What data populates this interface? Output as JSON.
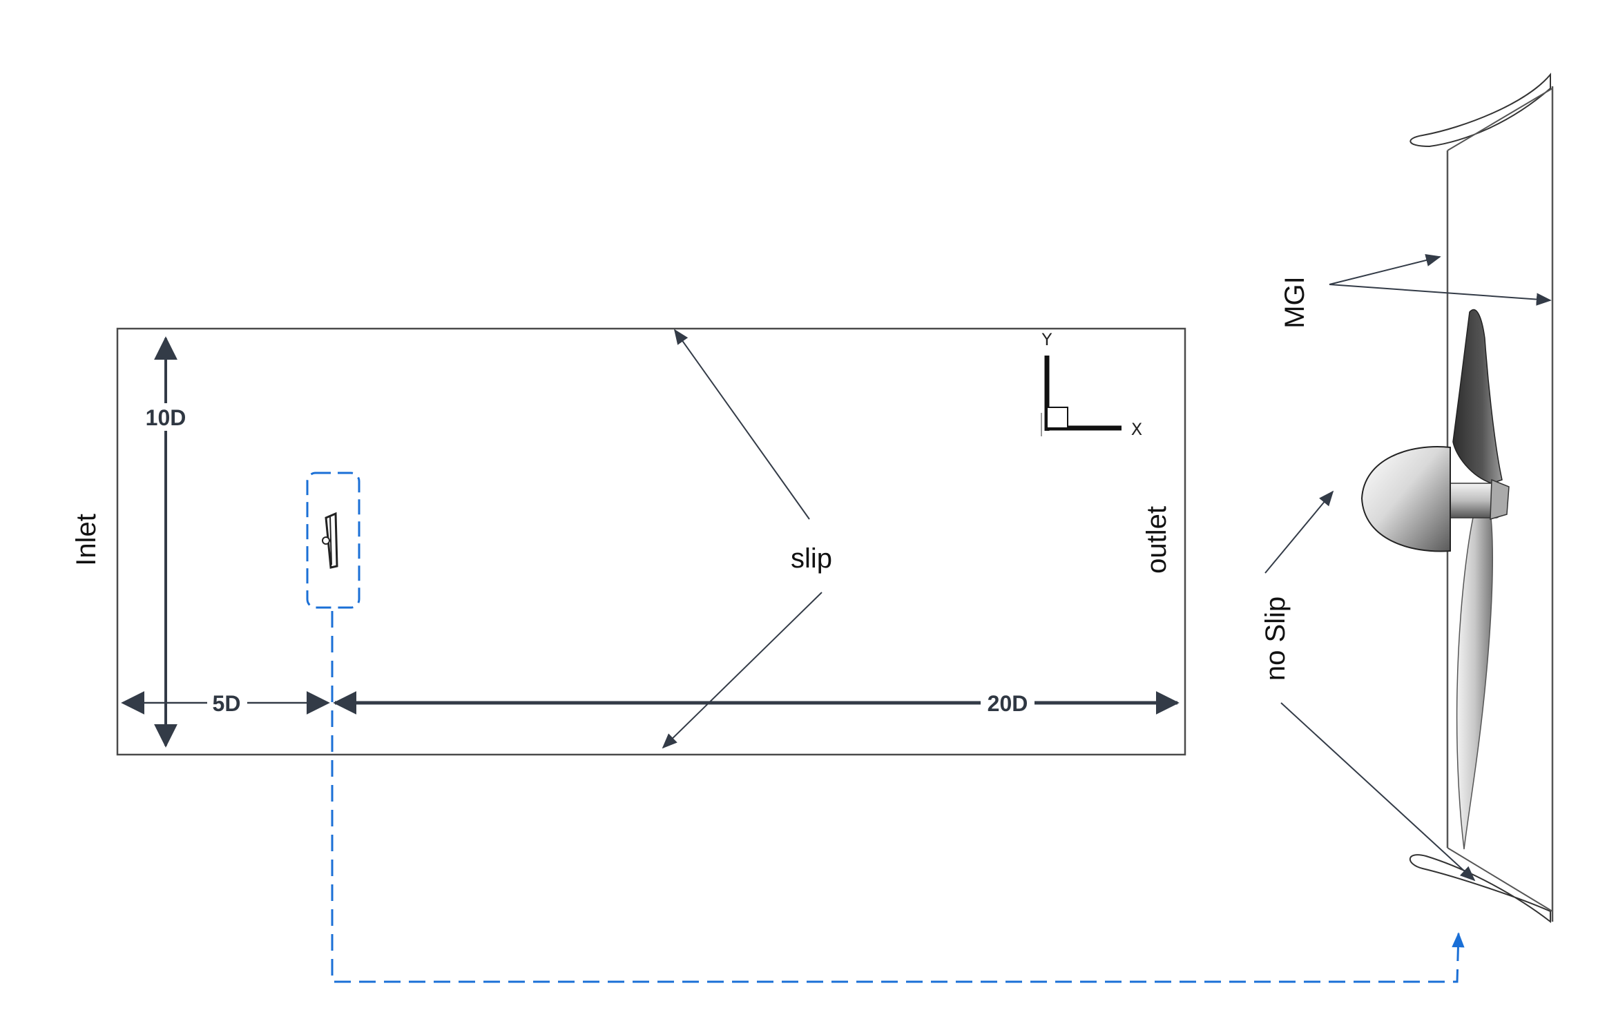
{
  "labels": {
    "inlet": "Inlet",
    "outlet": "outlet",
    "slip": "slip",
    "mgi": "MGI",
    "no_slip": "no Slip"
  },
  "dimensions": {
    "height": "10D",
    "upstream": "5D",
    "downstream": "20D"
  },
  "axes": {
    "y": "Y",
    "x": "X"
  },
  "colors": {
    "outline": "#4a4a4a",
    "dimension": "#333b47",
    "highlight": "#1a6fd6"
  }
}
